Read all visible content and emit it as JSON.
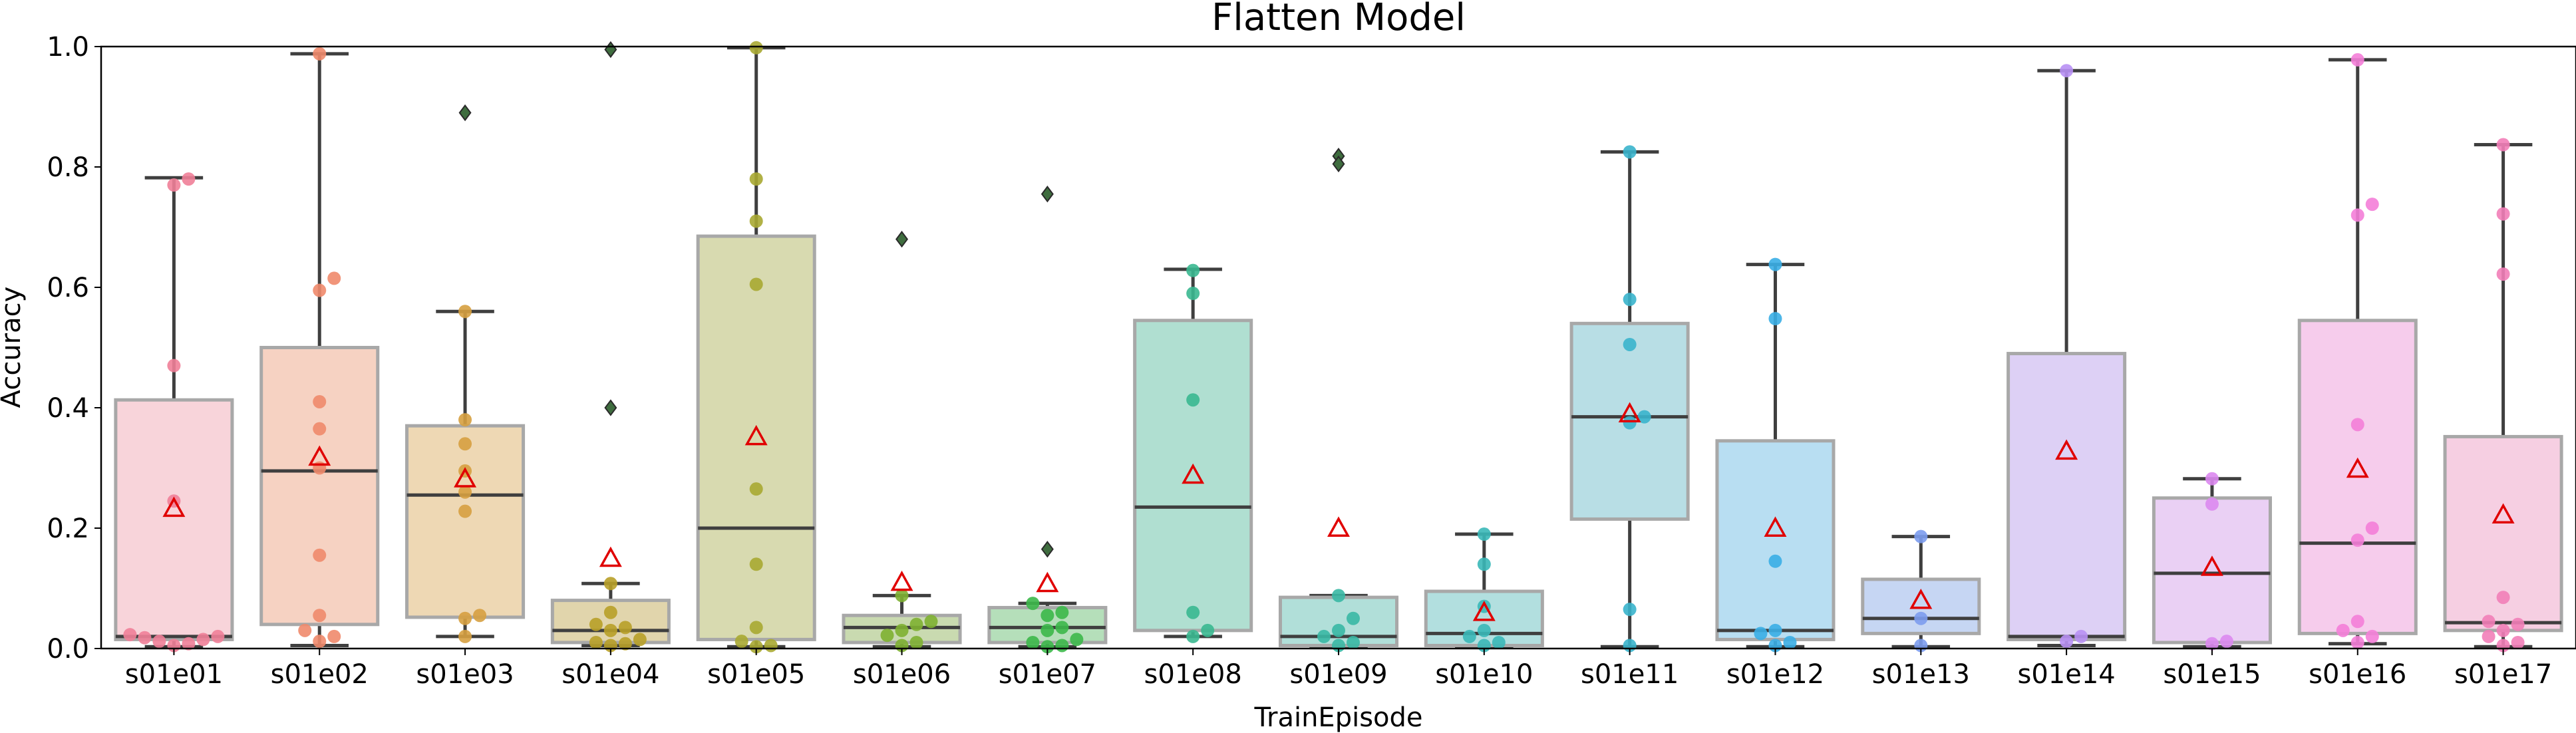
{
  "chart_data": {
    "type": "box",
    "title": "Flatten Model",
    "xlabel": "TrainEpisode",
    "ylabel": "Accuracy",
    "ylim": [
      0,
      1.0
    ],
    "yticks": [
      "0.0",
      "0.2",
      "0.4",
      "0.6",
      "0.8",
      "1.0"
    ],
    "categories": [
      "s01e01",
      "s01e02",
      "s01e03",
      "s01e04",
      "s01e05",
      "s01e06",
      "s01e07",
      "s01e08",
      "s01e09",
      "s01e10",
      "s01e11",
      "s01e12",
      "s01e13",
      "s01e14",
      "s01e15",
      "s01e16",
      "s01e17"
    ],
    "box_fill": [
      "#f8d4da",
      "#f6d2c2",
      "#eed8b4",
      "#e1d5ac",
      "#d8dab0",
      "#c9dab0",
      "#b5dfba",
      "#b0dfd1",
      "#b1dfd9",
      "#b2dfdf",
      "#b8dee5",
      "#b8def2",
      "#c6d6f3",
      "#ddd0f5",
      "#ead0f4",
      "#f6ccec",
      "#f6cfe2"
    ],
    "point_color": [
      "#f08098",
      "#f08a6c",
      "#d6a040",
      "#b8a028",
      "#a8a832",
      "#7eb032",
      "#3cb84a",
      "#3ab890",
      "#3ab8a4",
      "#3ab8b8",
      "#3ab4cc",
      "#3aaee6",
      "#7c9cee",
      "#b890f4",
      "#dc88f0",
      "#f47ed8",
      "#f27eb8"
    ],
    "series": [
      {
        "q1": 0.015,
        "median": 0.02,
        "q3": 0.413,
        "whisker_low": 0.003,
        "whisker_high": 0.782,
        "mean": 0.233,
        "points": [
          0.78,
          0.77,
          0.47,
          0.245,
          0.023,
          0.02,
          0.018,
          0.015,
          0.012,
          0.008,
          0.005
        ],
        "outliers": []
      },
      {
        "q1": 0.04,
        "median": 0.295,
        "q3": 0.5,
        "whisker_low": 0.005,
        "whisker_high": 0.988,
        "mean": 0.318,
        "points": [
          0.988,
          0.615,
          0.595,
          0.41,
          0.365,
          0.3,
          0.155,
          0.055,
          0.03,
          0.02,
          0.012
        ],
        "outliers": []
      },
      {
        "q1": 0.052,
        "median": 0.255,
        "q3": 0.37,
        "whisker_low": 0.02,
        "whisker_high": 0.56,
        "mean": 0.282,
        "points": [
          0.56,
          0.38,
          0.34,
          0.295,
          0.26,
          0.228,
          0.055,
          0.05,
          0.02
        ],
        "outliers": [
          0.89
        ]
      },
      {
        "q1": 0.01,
        "median": 0.03,
        "q3": 0.08,
        "whisker_low": 0.005,
        "whisker_high": 0.108,
        "mean": 0.15,
        "points": [
          0.108,
          0.06,
          0.04,
          0.035,
          0.03,
          0.015,
          0.01,
          0.008,
          0.005
        ],
        "outliers": [
          0.4,
          0.995
        ]
      },
      {
        "q1": 0.015,
        "median": 0.2,
        "q3": 0.685,
        "whisker_low": 0.003,
        "whisker_high": 0.998,
        "mean": 0.352,
        "points": [
          0.998,
          0.78,
          0.71,
          0.605,
          0.265,
          0.14,
          0.035,
          0.012,
          0.005,
          0.003
        ],
        "outliers": []
      },
      {
        "q1": 0.01,
        "median": 0.035,
        "q3": 0.055,
        "whisker_low": 0.003,
        "whisker_high": 0.088,
        "mean": 0.11,
        "points": [
          0.088,
          0.045,
          0.04,
          0.03,
          0.022,
          0.01,
          0.005
        ],
        "outliers": [
          0.68
        ]
      },
      {
        "q1": 0.01,
        "median": 0.035,
        "q3": 0.068,
        "whisker_low": 0.003,
        "whisker_high": 0.075,
        "mean": 0.108,
        "points": [
          0.075,
          0.06,
          0.055,
          0.035,
          0.03,
          0.015,
          0.01,
          0.005,
          0.003
        ],
        "outliers": [
          0.165,
          0.755
        ]
      },
      {
        "q1": 0.03,
        "median": 0.235,
        "q3": 0.545,
        "whisker_low": 0.02,
        "whisker_high": 0.63,
        "mean": 0.288,
        "points": [
          0.628,
          0.59,
          0.413,
          0.06,
          0.03,
          0.02
        ],
        "outliers": []
      },
      {
        "q1": 0.005,
        "median": 0.02,
        "q3": 0.085,
        "whisker_low": 0.003,
        "whisker_high": 0.088,
        "mean": 0.2,
        "points": [
          0.088,
          0.05,
          0.03,
          0.02,
          0.01,
          0.005
        ],
        "outliers": [
          0.818,
          0.805
        ]
      },
      {
        "q1": 0.005,
        "median": 0.025,
        "q3": 0.095,
        "whisker_low": 0.003,
        "whisker_high": 0.19,
        "mean": 0.06,
        "points": [
          0.19,
          0.14,
          0.07,
          0.03,
          0.02,
          0.01,
          0.005
        ],
        "outliers": []
      },
      {
        "q1": 0.215,
        "median": 0.385,
        "q3": 0.54,
        "whisker_low": 0.003,
        "whisker_high": 0.825,
        "mean": 0.39,
        "points": [
          0.825,
          0.58,
          0.505,
          0.385,
          0.375,
          0.065,
          0.005
        ],
        "outliers": []
      },
      {
        "q1": 0.015,
        "median": 0.03,
        "q3": 0.345,
        "whisker_low": 0.003,
        "whisker_high": 0.638,
        "mean": 0.2,
        "points": [
          0.638,
          0.548,
          0.145,
          0.03,
          0.025,
          0.01,
          0.005
        ],
        "outliers": []
      },
      {
        "q1": 0.025,
        "median": 0.05,
        "q3": 0.115,
        "whisker_low": 0.003,
        "whisker_high": 0.186,
        "mean": 0.08,
        "points": [
          0.186,
          0.05,
          0.005
        ],
        "outliers": []
      },
      {
        "q1": 0.015,
        "median": 0.02,
        "q3": 0.49,
        "whisker_low": 0.005,
        "whisker_high": 0.96,
        "mean": 0.328,
        "points": [
          0.96,
          0.02,
          0.012
        ],
        "outliers": []
      },
      {
        "q1": 0.01,
        "median": 0.125,
        "q3": 0.25,
        "whisker_low": 0.003,
        "whisker_high": 0.282,
        "mean": 0.135,
        "points": [
          0.282,
          0.24,
          0.012,
          0.008
        ],
        "outliers": []
      },
      {
        "q1": 0.025,
        "median": 0.175,
        "q3": 0.545,
        "whisker_low": 0.008,
        "whisker_high": 0.978,
        "mean": 0.298,
        "points": [
          0.978,
          0.738,
          0.72,
          0.372,
          0.2,
          0.18,
          0.045,
          0.03,
          0.02,
          0.01
        ],
        "outliers": []
      },
      {
        "q1": 0.03,
        "median": 0.043,
        "q3": 0.352,
        "whisker_low": 0.003,
        "whisker_high": 0.837,
        "mean": 0.222,
        "points": [
          0.837,
          0.722,
          0.622,
          0.085,
          0.045,
          0.04,
          0.03,
          0.02,
          0.01,
          0.005
        ],
        "outliers": []
      }
    ]
  }
}
